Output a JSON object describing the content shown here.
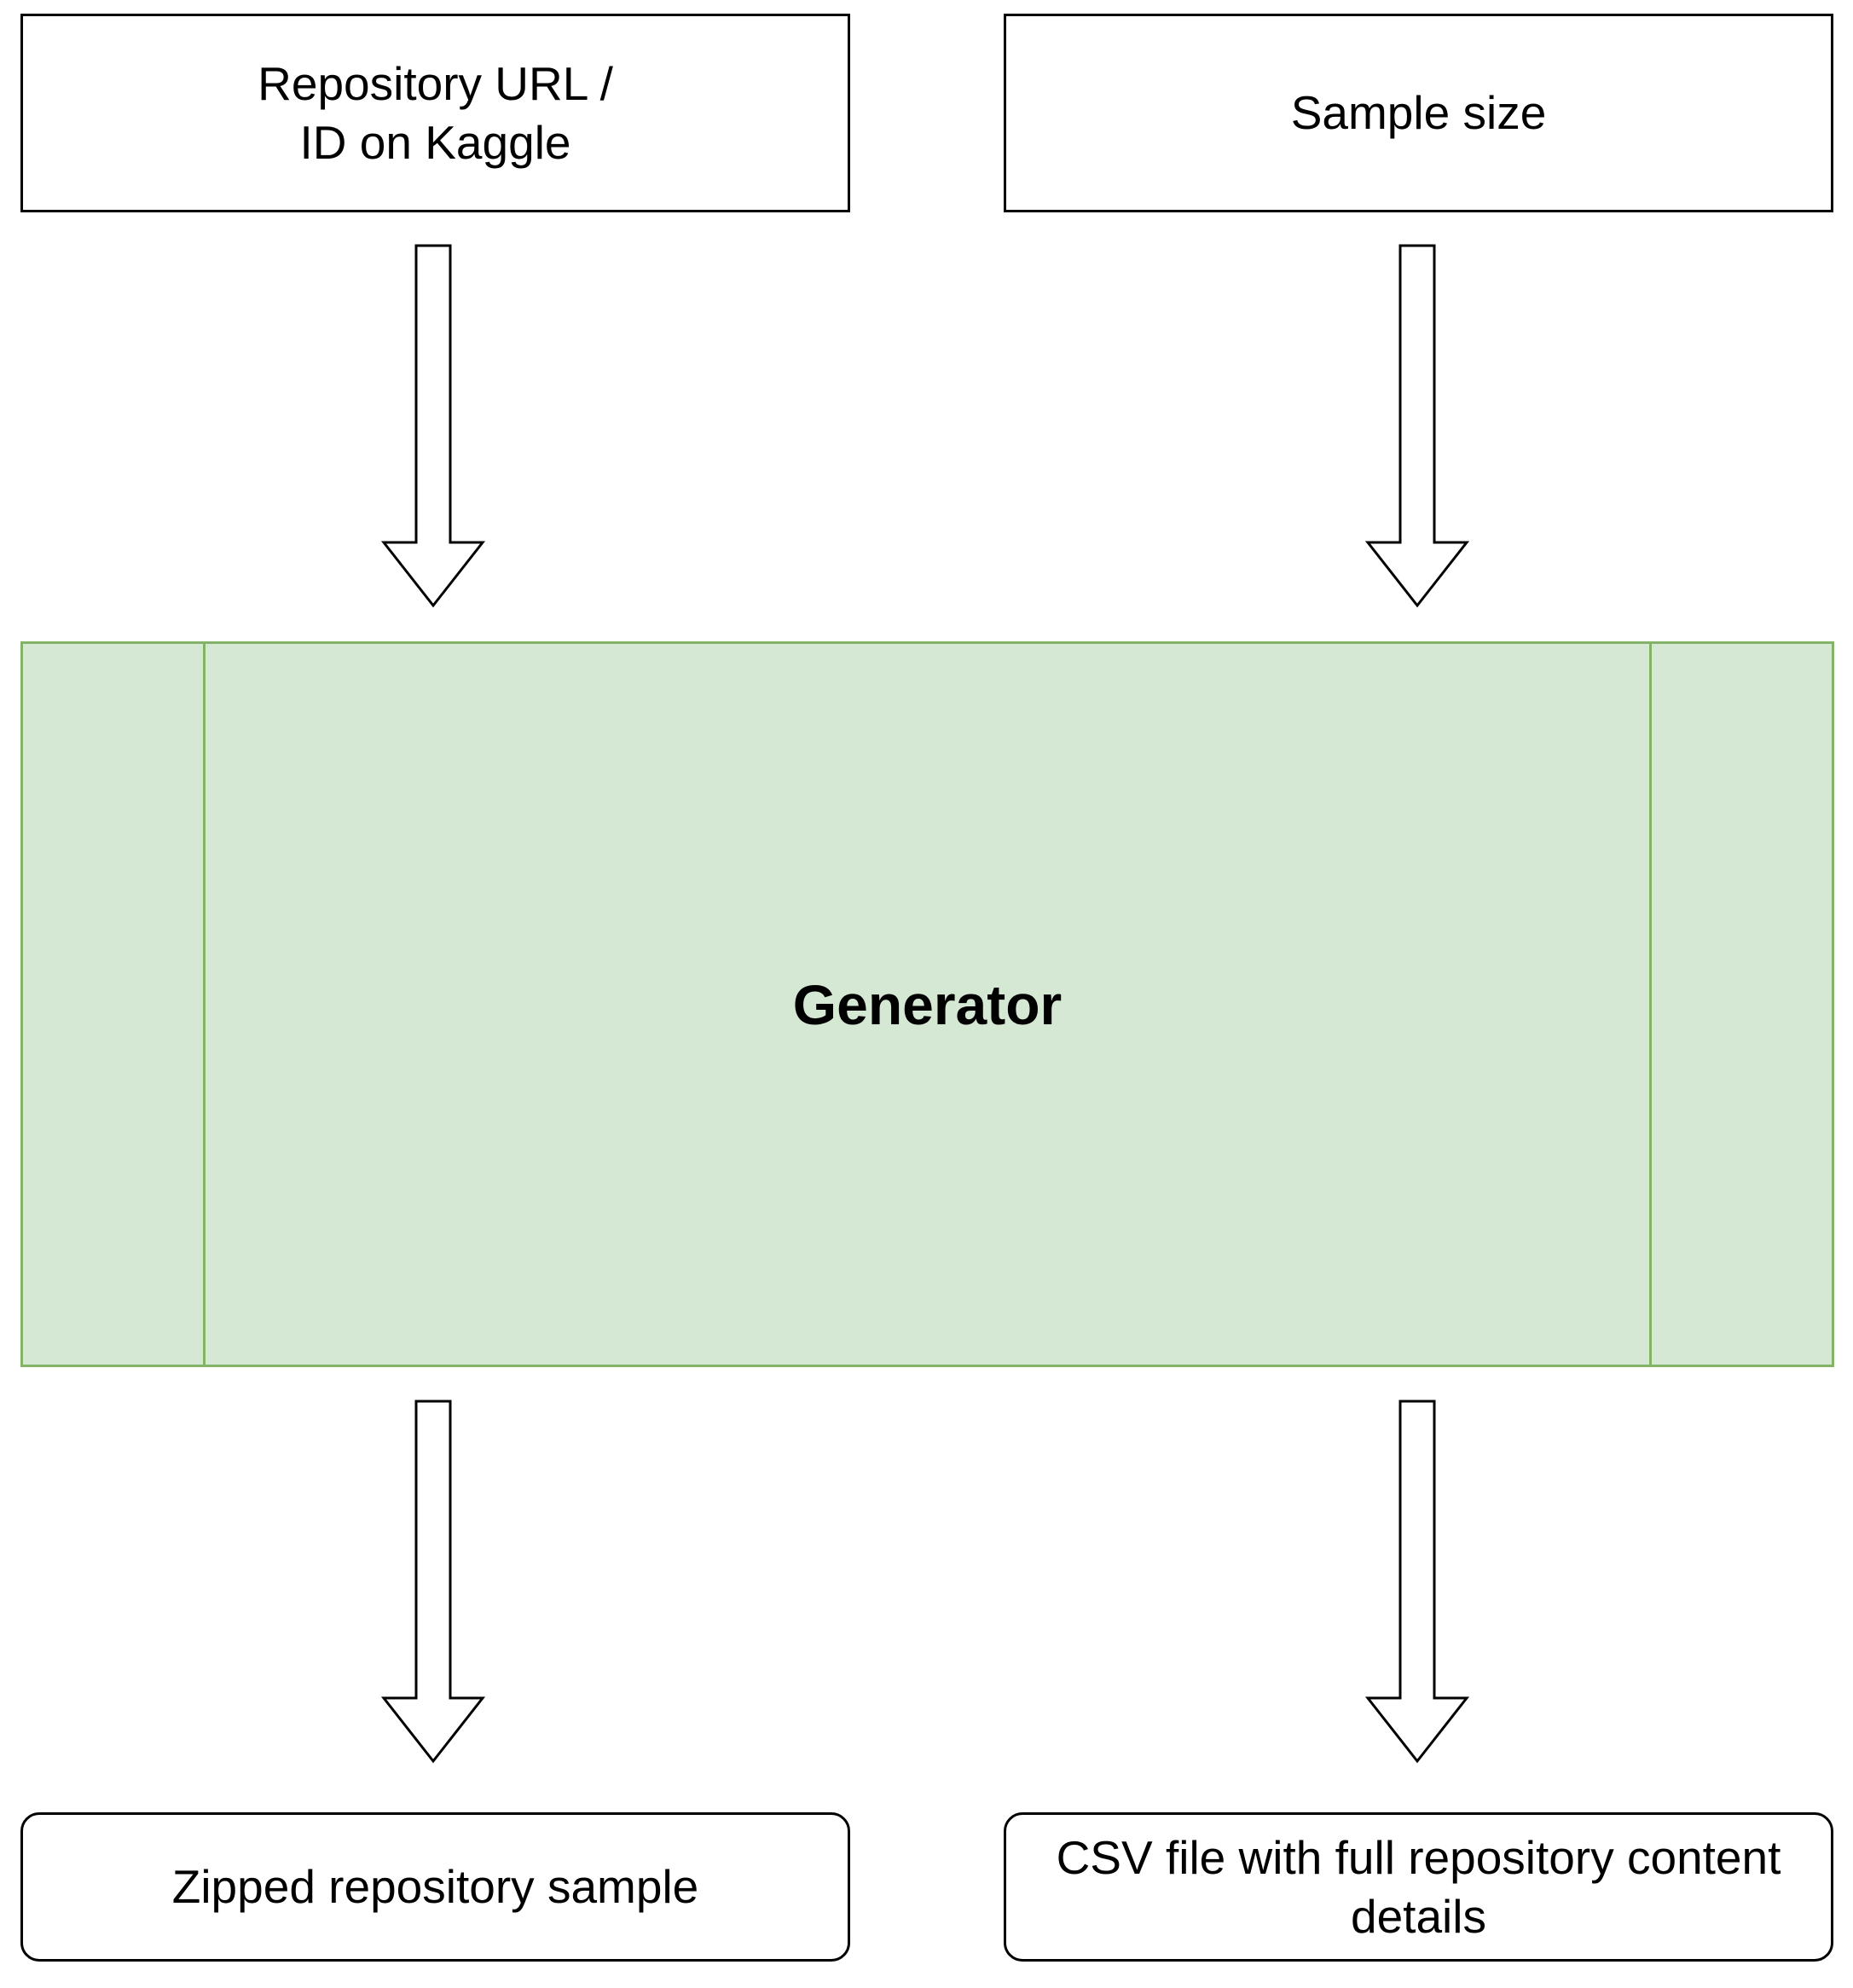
{
  "inputs": {
    "repository": {
      "line1": "Repository URL /",
      "line2": "ID on Kaggle"
    },
    "sample_size": {
      "label": "Sample size"
    }
  },
  "generator": {
    "label": "Generator",
    "fill_color": "#d5e8d4",
    "stroke_color": "#82b366"
  },
  "outputs": {
    "zipped_sample": {
      "label": "Zipped repository sample"
    },
    "csv_file": {
      "line1": "CSV file with full repository content",
      "line2": "details"
    }
  },
  "arrows": [
    {
      "from": "repository",
      "to": "generator"
    },
    {
      "from": "sample_size",
      "to": "generator"
    },
    {
      "from": "generator",
      "to": "zipped_sample"
    },
    {
      "from": "generator",
      "to": "csv_file"
    }
  ]
}
